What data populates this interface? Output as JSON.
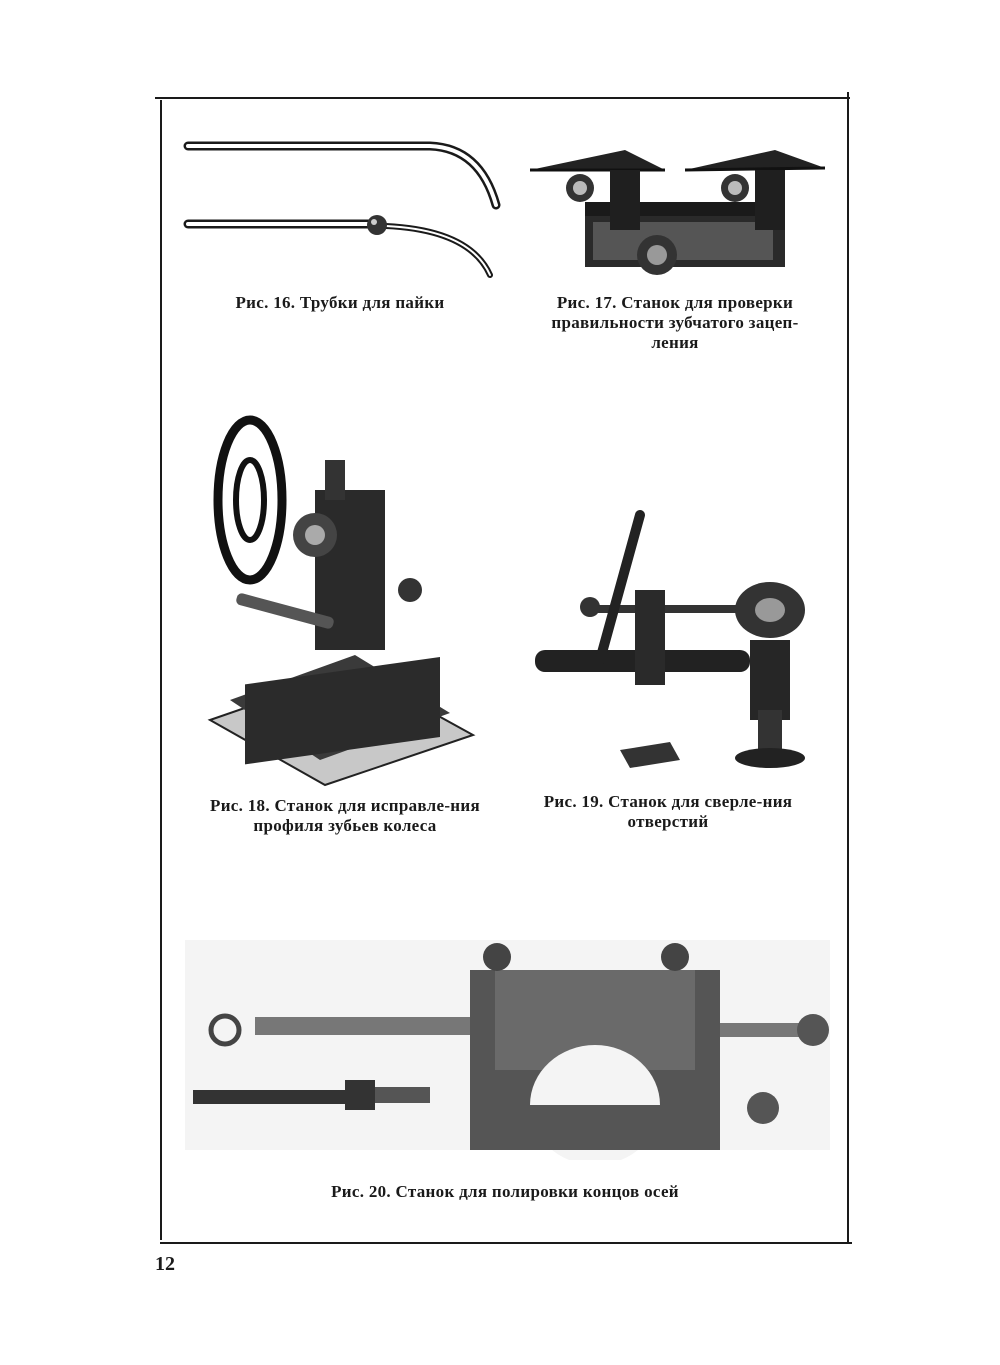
{
  "figures": [
    {
      "id": "fig16",
      "caption": "Рис. 16. Трубки для пайки",
      "image": "soldering-tubes"
    },
    {
      "id": "fig17",
      "caption": "Рис. 17. Станок для проверки правильности зубчатого зацеп-ления",
      "image": "gear-mesh-checking-machine"
    },
    {
      "id": "fig18",
      "caption": "Рис. 18. Станок для исправле-ния профиля зубьев колеса",
      "image": "tooth-profile-correction-machine"
    },
    {
      "id": "fig19",
      "caption": "Рис. 19. Станок для сверле-ния отверстий",
      "image": "drilling-machine"
    },
    {
      "id": "fig20",
      "caption": "Рис. 20. Станок для полировки концов осей",
      "image": "axle-end-polishing-machine"
    }
  ],
  "page_number": "12"
}
